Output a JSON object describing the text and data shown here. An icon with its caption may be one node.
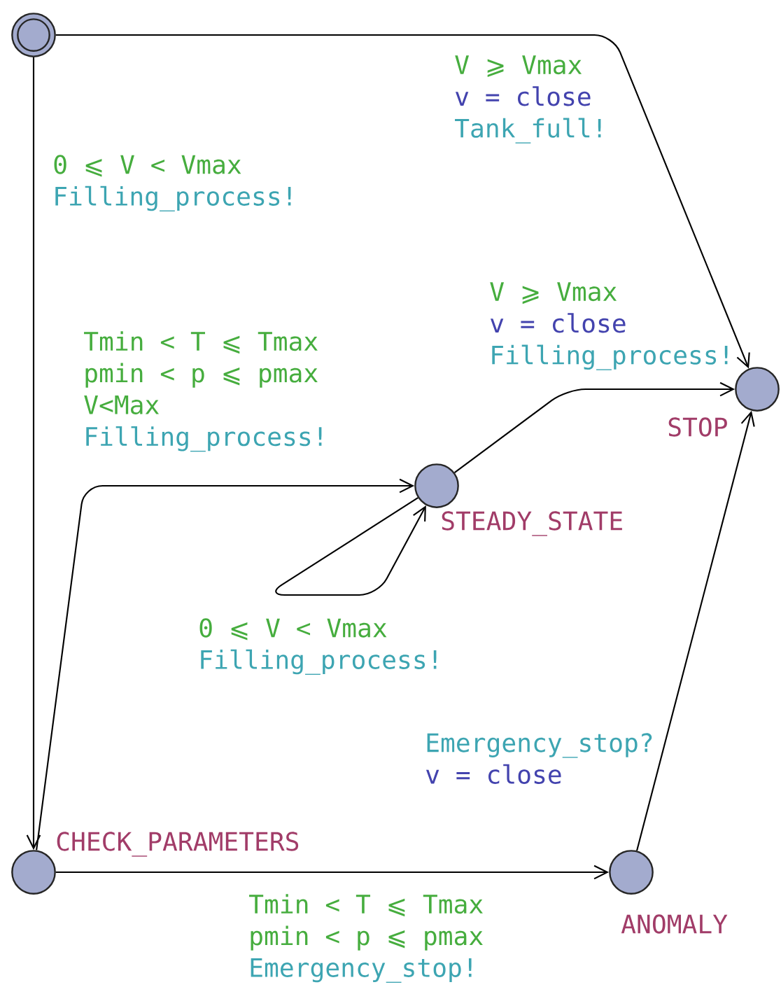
{
  "diagram": {
    "nodes": [
      {
        "text": [],
        "shape": "circle"
      },
      {
        "text": [
          "STOP"
        ]
      },
      {
        "text": [
          "STEADY_STATE"
        ]
      },
      {
        "text": [
          "CHECK_PARAMETERS"
        ]
      },
      {
        "text": [
          "ANOMALY"
        ]
      }
    ],
    "edges": [
      {
        "from": 0,
        "to": 1,
        "arrow": "to",
        "label": [
          "V ⩾ Vmax",
          "v = close",
          "Tank_full!"
        ]
      },
      {
        "from": 0,
        "to": 3,
        "arrow": "to",
        "label": [
          "0 ⩽ V < Vmax",
          "Filling_process!"
        ]
      },
      {
        "from": 3,
        "to": 2,
        "arrow": "to",
        "label": [
          "Tmin < T ⩽ Tmax",
          "pmin < p ⩽ pmax",
          "V<Max",
          "Filling_process!"
        ]
      },
      {
        "from": 2,
        "to": 2,
        "arrow": "to",
        "label": [
          "0 ⩽ V < Vmax",
          "Filling_process!"
        ]
      },
      {
        "from": 2,
        "to": 1,
        "arrow": "to",
        "label": [
          "V ⩾ Vmax",
          "v = close",
          "Filling_process!"
        ]
      },
      {
        "from": 3,
        "to": 4,
        "arrow": "to",
        "label": [
          "Tmin < T ⩽ Tmax",
          "pmin < p ⩽ pmax",
          "Emergency_stop!"
        ]
      },
      {
        "from": 4,
        "to": 1,
        "arrow": "to",
        "label": [
          "Emergency_stop?",
          "v = close"
        ]
      }
    ]
  }
}
